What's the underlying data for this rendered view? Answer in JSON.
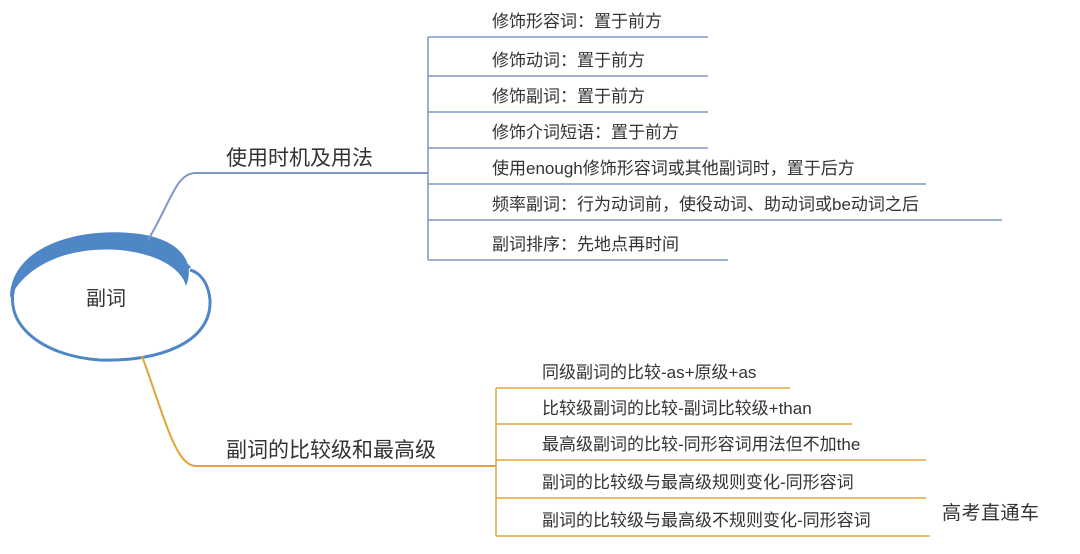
{
  "root": {
    "label": "副词"
  },
  "branches": [
    {
      "label": "使用时机及用法",
      "color": "#7f96c6",
      "items": [
        "修饰形容词：置于前方",
        "修饰动词：置于前方",
        "修饰副词：置于前方",
        "修饰介词短语：置于前方",
        "使用enough修饰形容词或其他副词时，置于后方",
        "频率副词：行为动词前，使役动词、助动词或be动词之后",
        "副词排序：先地点再时间"
      ]
    },
    {
      "label": "副词的比较级和最高级",
      "color": "#e0a43a",
      "items": [
        "同级副词的比较-as+原级+as",
        "比较级副词的比较-副词比较级+than",
        "最高级副词的比较-同形容词用法但不加the",
        "副词的比较级与最高级规则变化-同形容词",
        "副词的比较级与最高级不规则变化-同形容词"
      ]
    }
  ],
  "root_color": "#4f86c6",
  "watermark": "高考直通车"
}
